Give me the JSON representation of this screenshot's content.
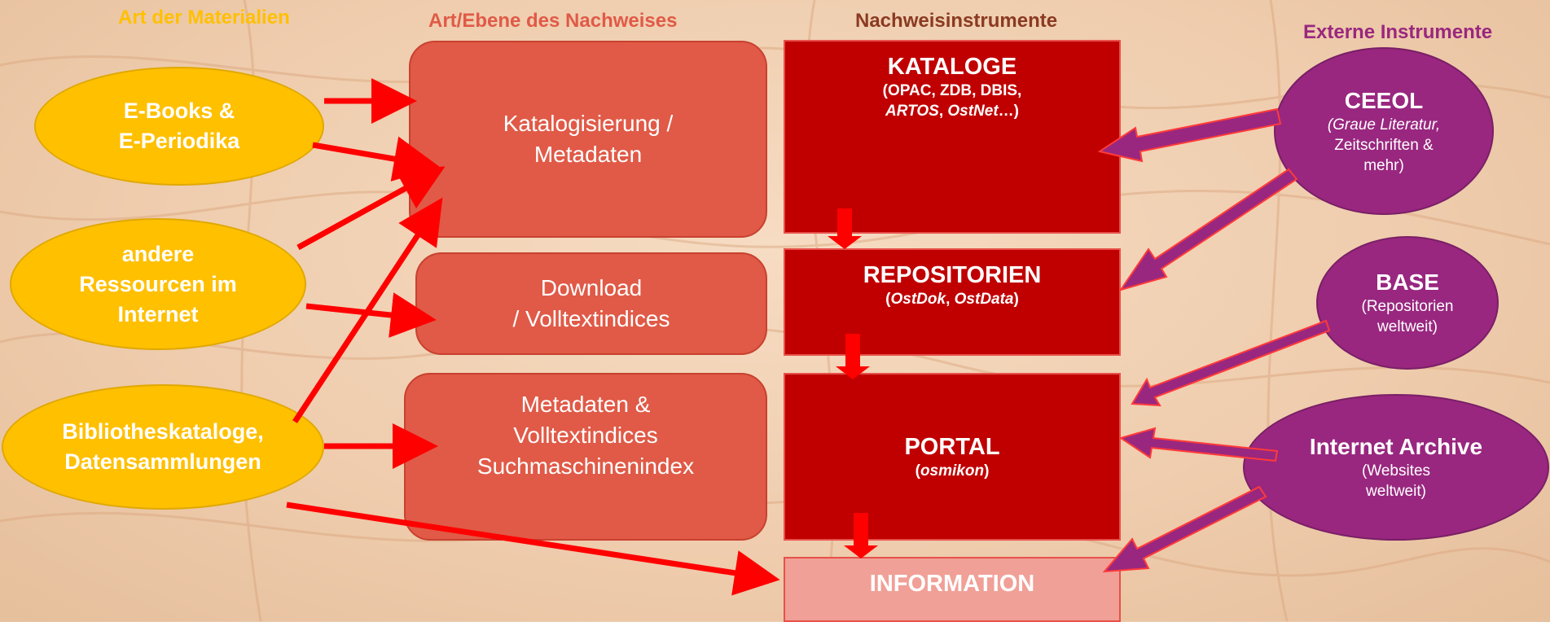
{
  "headers": {
    "materials": "Art der Materialien",
    "level": "Art/Ebene des Nachweises",
    "instruments": "Nachweisinstrumente",
    "external": "Externe Instrumente"
  },
  "materials": {
    "ebooks": [
      "E-Books &",
      "E-Periodika"
    ],
    "other": [
      "andere",
      "Ressourcen im",
      "Internet"
    ],
    "catalogs": [
      "Bibliotheskataloge,",
      "Datensammlungen"
    ]
  },
  "levels": {
    "cataloging": [
      "Katalogisierung /",
      "Metadaten"
    ],
    "download": [
      "Download",
      "/ Volltextindices"
    ],
    "metadata": [
      "Metadaten &",
      "Volltextindices",
      "Suchmaschinenindex"
    ]
  },
  "instruments": {
    "kataloge": {
      "title": "KATALOGE",
      "line1": "(OPAC, ZDB, DBIS,",
      "line2_a": "ARTOS",
      "line2_b": ", ",
      "line2_c": "OstNet",
      "line2_d": "…)"
    },
    "repositorien": {
      "title": "REPOSITORIEN",
      "open": "(",
      "a": "OstDok",
      "sep": ", ",
      "b": "OstData",
      "close": ")"
    },
    "portal": {
      "title": "PORTAL",
      "open": "(",
      "a": "osmikon",
      "close": ")"
    },
    "information": {
      "title": "INFORMATION"
    }
  },
  "external": {
    "ceeol": {
      "title": "CEEOL",
      "line1": "(Graue Literatur,",
      "line2": "Zeitschriften &",
      "line3": "mehr)"
    },
    "base": {
      "title": "BASE",
      "line1": "(Repositorien",
      "line2": "weltweit)"
    },
    "archive": {
      "title": "Internet Archive",
      "line1": "(Websites",
      "line2": "weltweit)"
    }
  },
  "colors": {
    "material": "#ffc000",
    "level": "#e05a47",
    "instrument": "#c00000",
    "information": "#f0a097",
    "external": "#99277f",
    "arrow": "#ff0000"
  }
}
